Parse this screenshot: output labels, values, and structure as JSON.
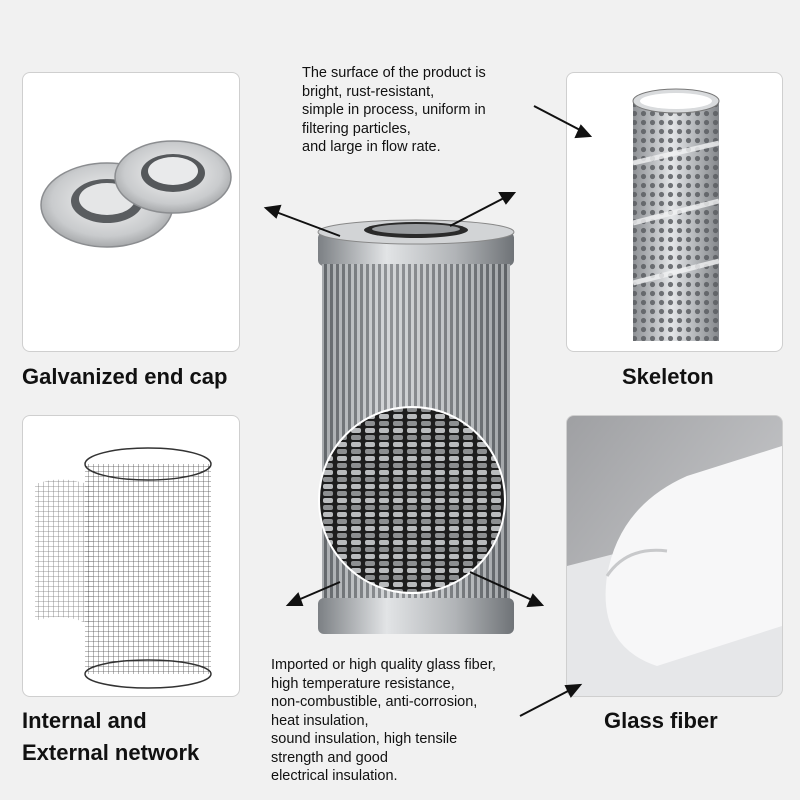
{
  "top_description": [
    "The surface of the product is",
    "bright, rust-resistant,",
    "simple in process, uniform in",
    "filtering particles,",
    "and large in flow rate."
  ],
  "bottom_description": [
    "Imported or high quality glass fiber,",
    "high temperature resistance,",
    "non-combustible, anti-corrosion,",
    "heat insulation,",
    "sound insulation, high tensile",
    "strength and good",
    "electrical insulation."
  ],
  "components": {
    "end_cap": {
      "caption": "Galvanized end cap"
    },
    "skeleton": {
      "caption": "Skeleton"
    },
    "network": {
      "caption_line1": "Internal and",
      "caption_line2": "External network"
    },
    "glass_fiber": {
      "caption": "Glass fiber"
    }
  },
  "colors": {
    "background": "#f1f1f1",
    "panel": "#ffffff",
    "metal": "#b8bcc0",
    "arrow": "#111111"
  }
}
